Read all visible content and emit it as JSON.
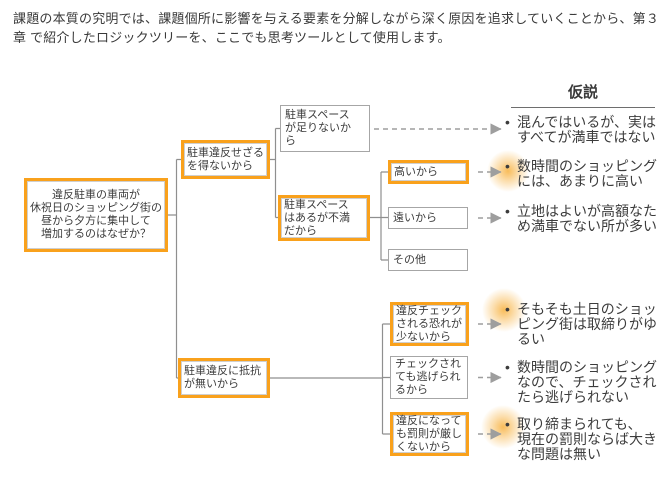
{
  "intro": {
    "lines": [
      "課題の本質の究明では、課題個所に影響を与える要素を分解しながら深く原因を追求していくことから、第３章",
      "で紹介したロジックツリーを、ここでも思考ツールとして使用します。"
    ]
  },
  "tree": {
    "nodes": {
      "root": "違反駐車の車両が\n休祝日のショッピング街の\n昼から夕方に集中して\n増加するのはなぜか？",
      "no_choice": "駐車違反せざる\nを得ないから",
      "not_enough": "駐車スペース\nが足りないか\nら",
      "unsatisfied": "駐車スペース\nはあるが不満\nだから",
      "expensive": "高いから",
      "far": "遠いから",
      "other": "その他",
      "no_resistance": "駐車違反に抵抗\nが無いから",
      "low_check": "違反チェック\nされる恐れが\n少ないから",
      "escape": "チェックされ\nても逃げられ\nるから",
      "light_penalty": "違反になって\nも罰則が厳し\nくないから"
    }
  },
  "hypotheses": {
    "header": "仮説",
    "bullet": "•",
    "items": [
      {
        "text": "混んではいるが、実は\nすべてが満車ではない",
        "glow": false
      },
      {
        "text": "数時間のショッピング\nには、あまりに高い",
        "glow": true
      },
      {
        "text": "立地はよいが高額なた\nめ満車でない所が多い",
        "glow": false
      },
      {
        "text": "そもそも土日のショッ\nピング街は取締りがゆ\nるい",
        "glow": true
      },
      {
        "text": "数時間のショッピング\nなので、チェックされ\nたら逃げられない",
        "glow": false
      },
      {
        "text": "取り締まられても、\n現在の罰則ならば大き\nな問題は無い",
        "glow": true
      }
    ]
  },
  "colors": {
    "highlight_border": "#f9a11c",
    "gray_border": "#a6a6a6",
    "connector": "#8f8f8f",
    "arrow": "#9e9e9e",
    "glow": "#f6a623",
    "text": "#3c3c3c"
  }
}
